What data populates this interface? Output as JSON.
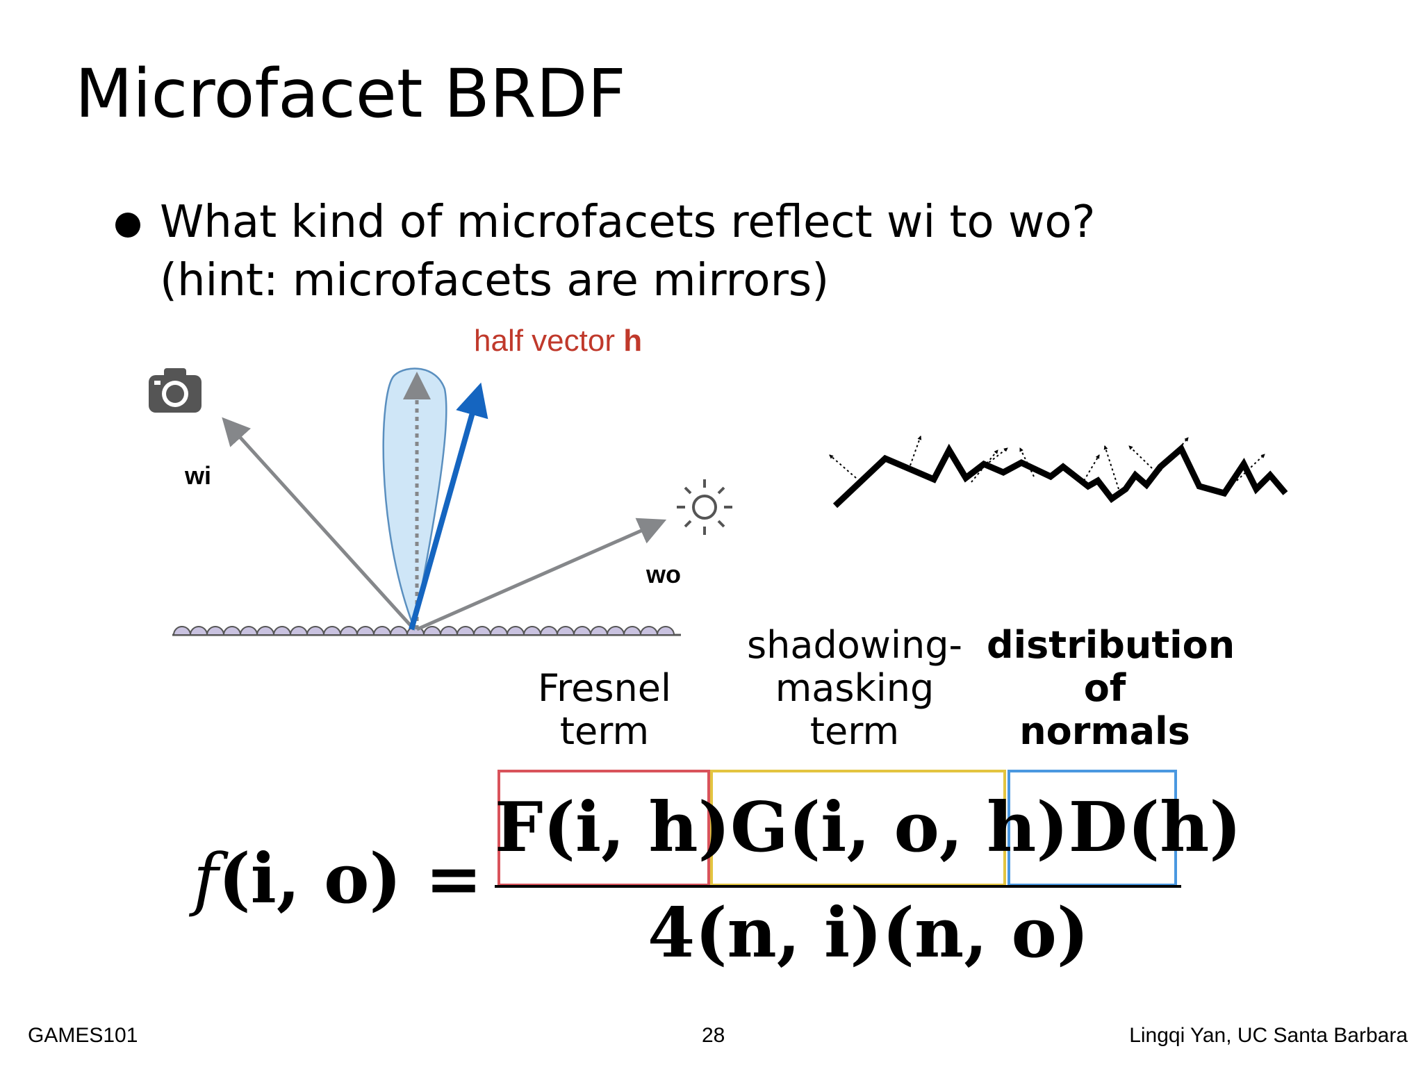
{
  "slide": {
    "title": "Microfacet BRDF",
    "bullet_line_1": "What kind of microfacets reflect wi to wo?",
    "bullet_line_2": "(hint: microfacets are mirrors)"
  },
  "diagram": {
    "half_vector_text": "half vector ",
    "half_vector_symbol": "h",
    "wi_label": "wi",
    "wo_label": "wo",
    "icons": [
      "camera-icon",
      "sun-icon"
    ],
    "colors": {
      "half_vector": "#1565c0",
      "half_vector_label": "#c0392b",
      "lobe_fill": "#cfe6f7",
      "vectors": "#85878a",
      "surface_bumps": "#c9c2e0"
    }
  },
  "terms": {
    "fresnel": [
      "Fresnel",
      "term"
    ],
    "shadowing": [
      "shadowing-",
      "masking",
      "term"
    ],
    "distribution": [
      "distribution",
      "of",
      "normals"
    ]
  },
  "formula": {
    "lhs_f": "f",
    "lhs_args": "(i, o) =",
    "F": "F(i, h)",
    "G": "G(i, o, h)",
    "D": "D(h)",
    "denominator": "4(n, i)(n, o)",
    "box_colors": {
      "fresnel": "#d9535b",
      "shadowing": "#e3c440",
      "distribution": "#4a98e0"
    }
  },
  "footer": {
    "left": "GAMES101",
    "page": "28",
    "right": "Lingqi Yan, UC Santa Barbara"
  }
}
